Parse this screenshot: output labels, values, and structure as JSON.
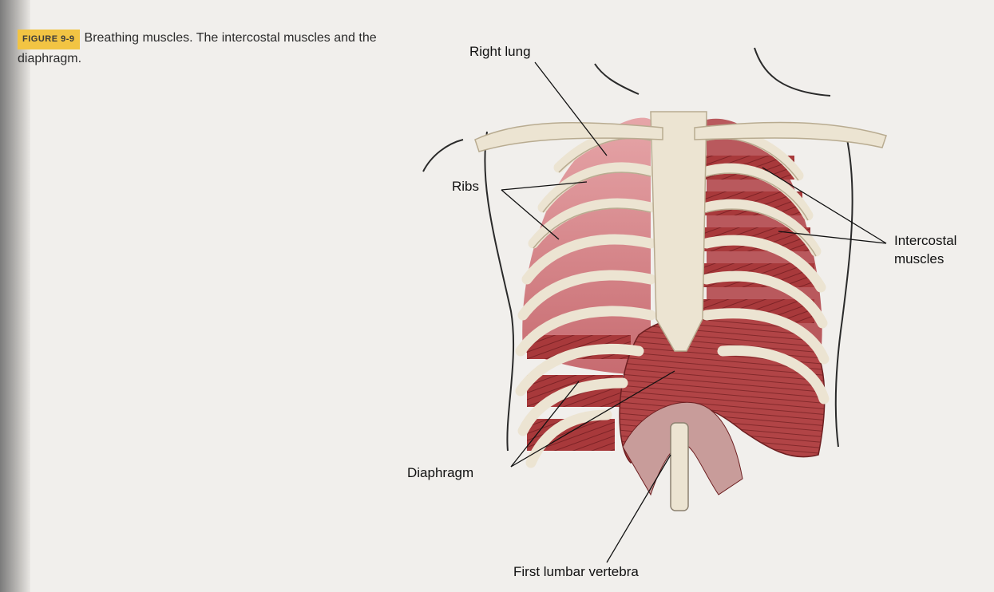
{
  "figure": {
    "number": "FIGURE 9-9",
    "caption": "Breathing muscles. The intercostal muscles and the diaphragm."
  },
  "labels": {
    "right_lung": "Right lung",
    "ribs": "Ribs",
    "intercostal_muscles": "Intercostal muscles",
    "diaphragm": "Diaphragm",
    "first_lumbar_vertebra": "First lumbar vertebra"
  },
  "colors": {
    "bone": "#ece4d2",
    "bone_edge": "#b8ab90",
    "lung": "#d98a8f",
    "muscle": "#a8393b",
    "badge": "#f2c443"
  }
}
